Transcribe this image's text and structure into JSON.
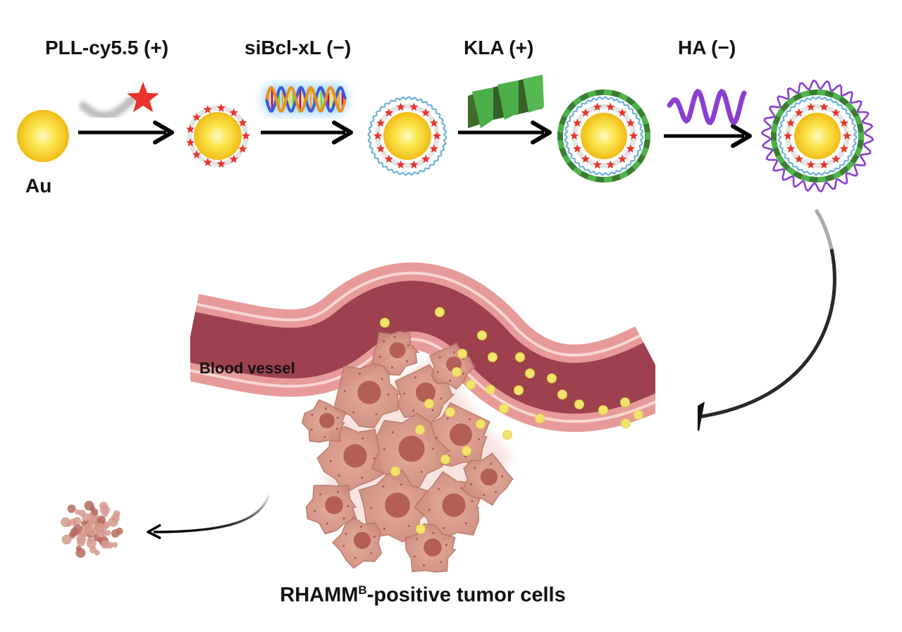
{
  "steps": [
    {
      "label": "PLL-cy5.5 (+)"
    },
    {
      "label": "siBcl-xL (−)"
    },
    {
      "label": "KLA (+)"
    },
    {
      "label": "HA (−)"
    }
  ],
  "core_label": "Au",
  "vessel_label": "Blood vessel",
  "caption": {
    "prefix": "RHAMM",
    "superscript": "B",
    "suffix": "-positive tumor cells"
  },
  "colors": {
    "gold_center": "#fff7a0",
    "gold_edge": "#f3c21a",
    "star": "#e8342c",
    "sirna": "#6fb2d6",
    "kla": "#3f9e3c",
    "ha": "#8a3fd0",
    "vessel_wall": "#e79b99",
    "vessel_lumen": "#9c414d",
    "tumor": "#d99b8c",
    "nanoparticle": "#f1e46a"
  }
}
